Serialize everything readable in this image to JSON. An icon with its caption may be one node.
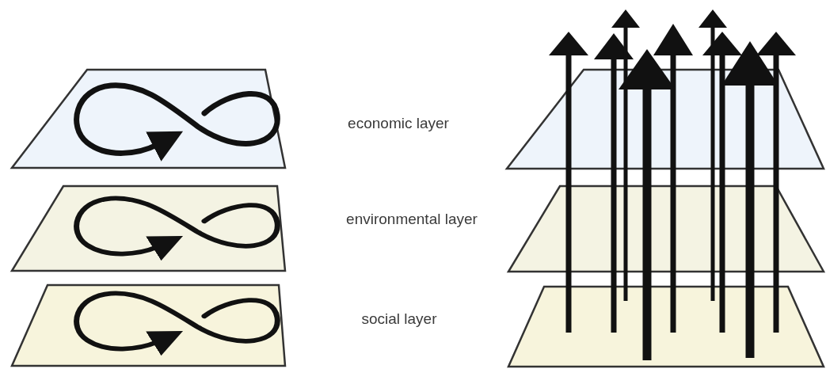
{
  "diagram": {
    "labels": [
      "economic layer",
      "environmental layer",
      "social layer"
    ]
  }
}
